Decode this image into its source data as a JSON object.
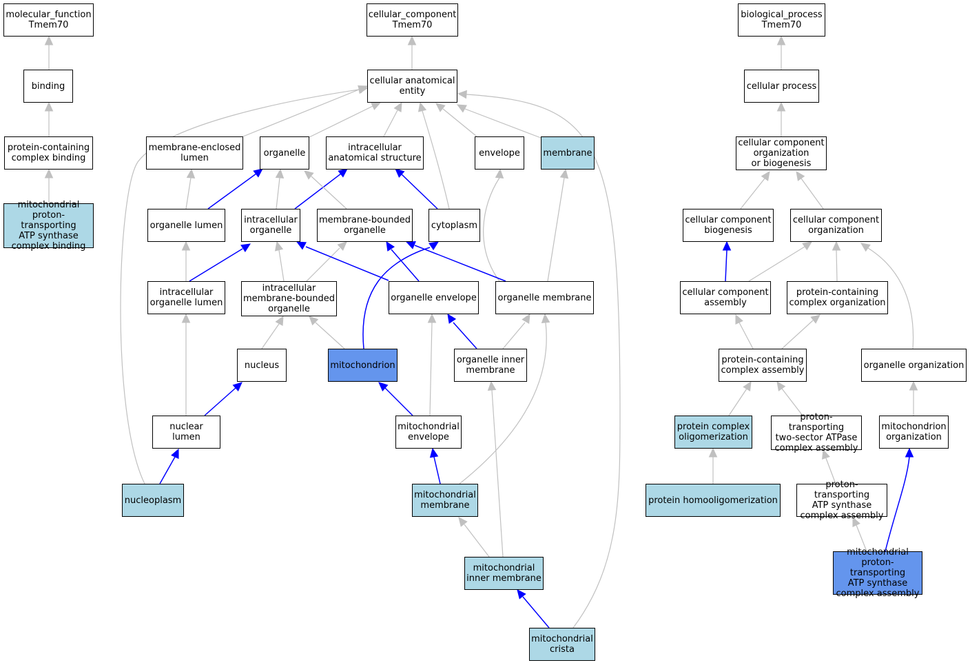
{
  "nodes": {
    "mf": {
      "label": "molecular_function\nTmem70",
      "fill": "#ffffff"
    },
    "binding": {
      "label": "binding",
      "fill": "#ffffff"
    },
    "pcb": {
      "label": "protein-containing\ncomplex binding",
      "fill": "#ffffff"
    },
    "mptasb": {
      "label": "mitochondrial\nproton-transporting\nATP synthase\ncomplex binding",
      "fill": "#add8e6"
    },
    "cc": {
      "label": "cellular_component\nTmem70",
      "fill": "#ffffff"
    },
    "cae": {
      "label": "cellular anatomical\nentity",
      "fill": "#ffffff"
    },
    "mel": {
      "label": "membrane-enclosed\nlumen",
      "fill": "#ffffff"
    },
    "organelle": {
      "label": "organelle",
      "fill": "#ffffff"
    },
    "ias": {
      "label": "intracellular\nanatomical structure",
      "fill": "#ffffff"
    },
    "envelope": {
      "label": "envelope",
      "fill": "#ffffff"
    },
    "membrane": {
      "label": "membrane",
      "fill": "#add8e6"
    },
    "ol": {
      "label": "organelle lumen",
      "fill": "#ffffff"
    },
    "io": {
      "label": "intracellular\norganelle",
      "fill": "#ffffff"
    },
    "mbo": {
      "label": "membrane-bounded\norganelle",
      "fill": "#ffffff"
    },
    "cytoplasm": {
      "label": "cytoplasm",
      "fill": "#ffffff"
    },
    "iol": {
      "label": "intracellular\norganelle lumen",
      "fill": "#ffffff"
    },
    "imbo": {
      "label": "intracellular\nmembrane-bounded\norganelle",
      "fill": "#ffffff"
    },
    "oe": {
      "label": "organelle envelope",
      "fill": "#ffffff"
    },
    "om": {
      "label": "organelle membrane",
      "fill": "#ffffff"
    },
    "nucleus": {
      "label": "nucleus",
      "fill": "#ffffff"
    },
    "mito": {
      "label": "mitochondrion",
      "fill": "#6495ed"
    },
    "oim": {
      "label": "organelle inner\nmembrane",
      "fill": "#ffffff"
    },
    "nl": {
      "label": "nuclear lumen",
      "fill": "#ffffff"
    },
    "me": {
      "label": "mitochondrial\nenvelope",
      "fill": "#ffffff"
    },
    "np": {
      "label": "nucleoplasm",
      "fill": "#add8e6"
    },
    "mm": {
      "label": "mitochondrial\nmembrane",
      "fill": "#add8e6"
    },
    "mim": {
      "label": "mitochondrial\ninner membrane",
      "fill": "#add8e6"
    },
    "mc": {
      "label": "mitochondrial\ncrista",
      "fill": "#add8e6"
    },
    "bp": {
      "label": "biological_process\nTmem70",
      "fill": "#ffffff"
    },
    "cp": {
      "label": "cellular process",
      "fill": "#ffffff"
    },
    "ccob": {
      "label": "cellular component\norganization\nor biogenesis",
      "fill": "#ffffff"
    },
    "ccb": {
      "label": "cellular component\nbiogenesis",
      "fill": "#ffffff"
    },
    "cco": {
      "label": "cellular component\norganization",
      "fill": "#ffffff"
    },
    "cca": {
      "label": "cellular component\nassembly",
      "fill": "#ffffff"
    },
    "pco": {
      "label": "protein-containing\ncomplex organization",
      "fill": "#ffffff"
    },
    "pca": {
      "label": "protein-containing\ncomplex assembly",
      "fill": "#ffffff"
    },
    "oo": {
      "label": "organelle organization",
      "fill": "#ffffff"
    },
    "pcolig": {
      "label": "protein complex\noligomerization",
      "fill": "#add8e6"
    },
    "pttsa": {
      "label": "proton-transporting\ntwo-sector ATPase\ncomplex assembly",
      "fill": "#ffffff"
    },
    "mo": {
      "label": "mitochondrion\norganization",
      "fill": "#ffffff"
    },
    "phomo": {
      "label": "protein homooligomerization",
      "fill": "#add8e6"
    },
    "ptatp": {
      "label": "proton-transporting\nATP synthase\ncomplex assembly",
      "fill": "#ffffff"
    },
    "mptatp": {
      "label": "mitochondrial\nproton-transporting\nATP synthase\ncomplex assembly",
      "fill": "#6495ed"
    }
  },
  "colors": {
    "is_a_edge": "#c0c0c0",
    "part_of_edge": "#0000ff",
    "node_border": "#000000"
  }
}
